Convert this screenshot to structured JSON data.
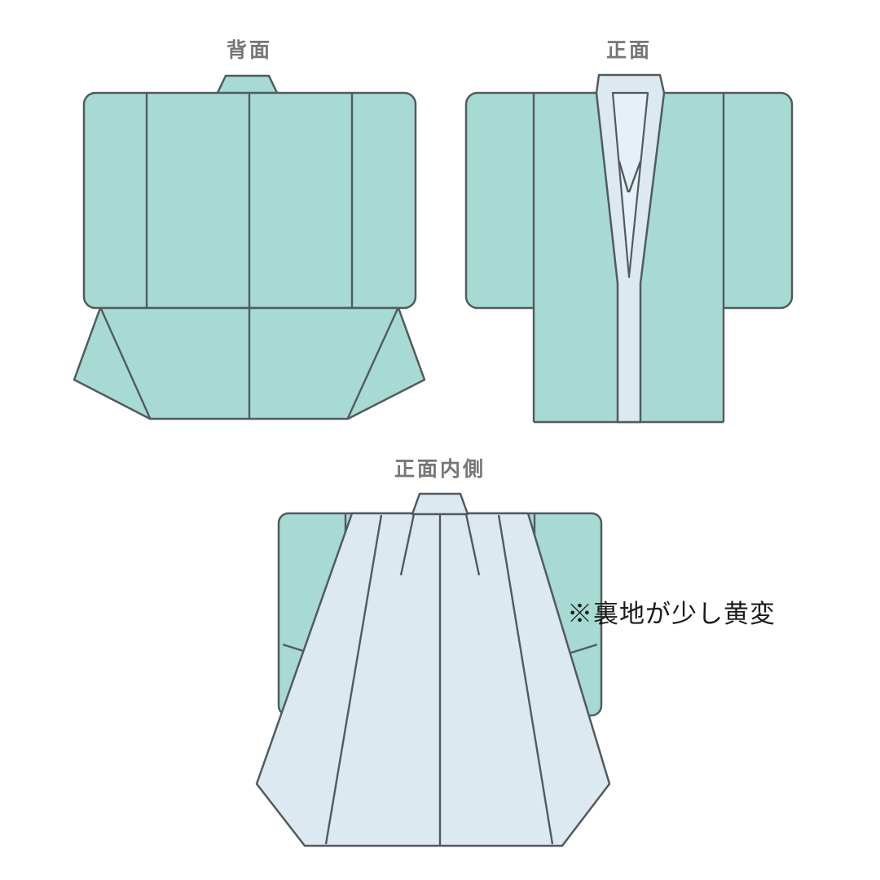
{
  "page": {
    "background": "#ffffff"
  },
  "labels": {
    "back_view": "背面",
    "front_view": "正面",
    "inside_view": "正面内側"
  },
  "annotation": {
    "text": "※裏地が少し黄変"
  },
  "colors": {
    "background": "#ffffff",
    "outer_fabric": "#a7dad2",
    "lining": "#dce9f1",
    "lining_light": "#e7f0f6",
    "outline": "#525a60",
    "label_text": "#767676",
    "annotation_text": "#1b1b1b"
  }
}
